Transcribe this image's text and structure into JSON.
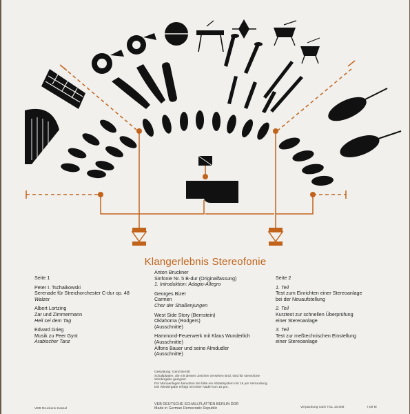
{
  "title": "Klangerlebnis Stereofonie",
  "colors": {
    "accent": "#c2631c",
    "ink": "#111111",
    "paper": "#f1f0ec"
  },
  "left": {
    "side": "Seite 1",
    "works": [
      {
        "composer": "Peter I. Tschaikowski",
        "work": "Serenade für Streichorchester C-dur op. 48",
        "movement": "Walzer"
      },
      {
        "composer": "Albert Lortzing",
        "work": "Zar und Zimmermann",
        "movement": "Heil sei dem Tag"
      },
      {
        "composer": "Edvard Grieg",
        "work": "Musik zu Peer Gynt",
        "movement": "Arabischer Tanz"
      }
    ]
  },
  "middle": {
    "bruckner": {
      "composer": "Anton Bruckner",
      "work": "Sinfonie Nr. 5 B-dur (Originalfassung)",
      "movement": "1. Introduktion: Adagio-Allegro"
    },
    "bizet": {
      "composer": "Georges Bizet",
      "work": "Carmen",
      "movement": "Chor der Straßenjungen"
    },
    "westside": {
      "line1": "West Side Story (Bernstein)",
      "line2": "Oklahoma (Rodgers)",
      "line3": "(Ausschnitte)"
    },
    "hammond": {
      "line1": "Hammond-Feuerwerk mit Klaus Wunderlich",
      "line2": "(Ausschnitte)",
      "line3": "Alfons Bauer und seine Almdudler",
      "line4": "(Ausschnitte)"
    }
  },
  "right": {
    "side": "Seite 2",
    "parts": [
      {
        "num": "1. Teil",
        "text1": "Test zum Einrichten einer Stereoanlage",
        "text2": "bei der Neuaufstellung"
      },
      {
        "num": "2. Teil",
        "text1": "Kurztest zur schnellen Überprüfung",
        "text2": "einer Stereoanlage"
      },
      {
        "num": "3. Teil",
        "text1": "Test zur meßtechnischen Einstellung",
        "text2": "einer Stereoanlage"
      }
    ]
  },
  "footer": {
    "credits": "Gestaltung: Gerd Bernitt",
    "small1": "Schallplatten, die mit diesem Zeichen versehen sind, sind für stereofone Wiedergabe geeignet.",
    "small2": "Für Monoanlagen benutzen Sie bitte ein Abtastsystem mit 15 µm Verrundung.",
    "small3": "Die Wiedergabe erfolgt mit einer Nadel von 15 µm.",
    "label": "VEB DEUTSCHE SCHALLPLATTEN BERLIN DDR",
    "made": "Made in German Democratic Republic",
    "print": "VEB Druckerei Kassel",
    "catalog": "Verpackung nach TGL 10.009",
    "price": "7,00 M"
  }
}
